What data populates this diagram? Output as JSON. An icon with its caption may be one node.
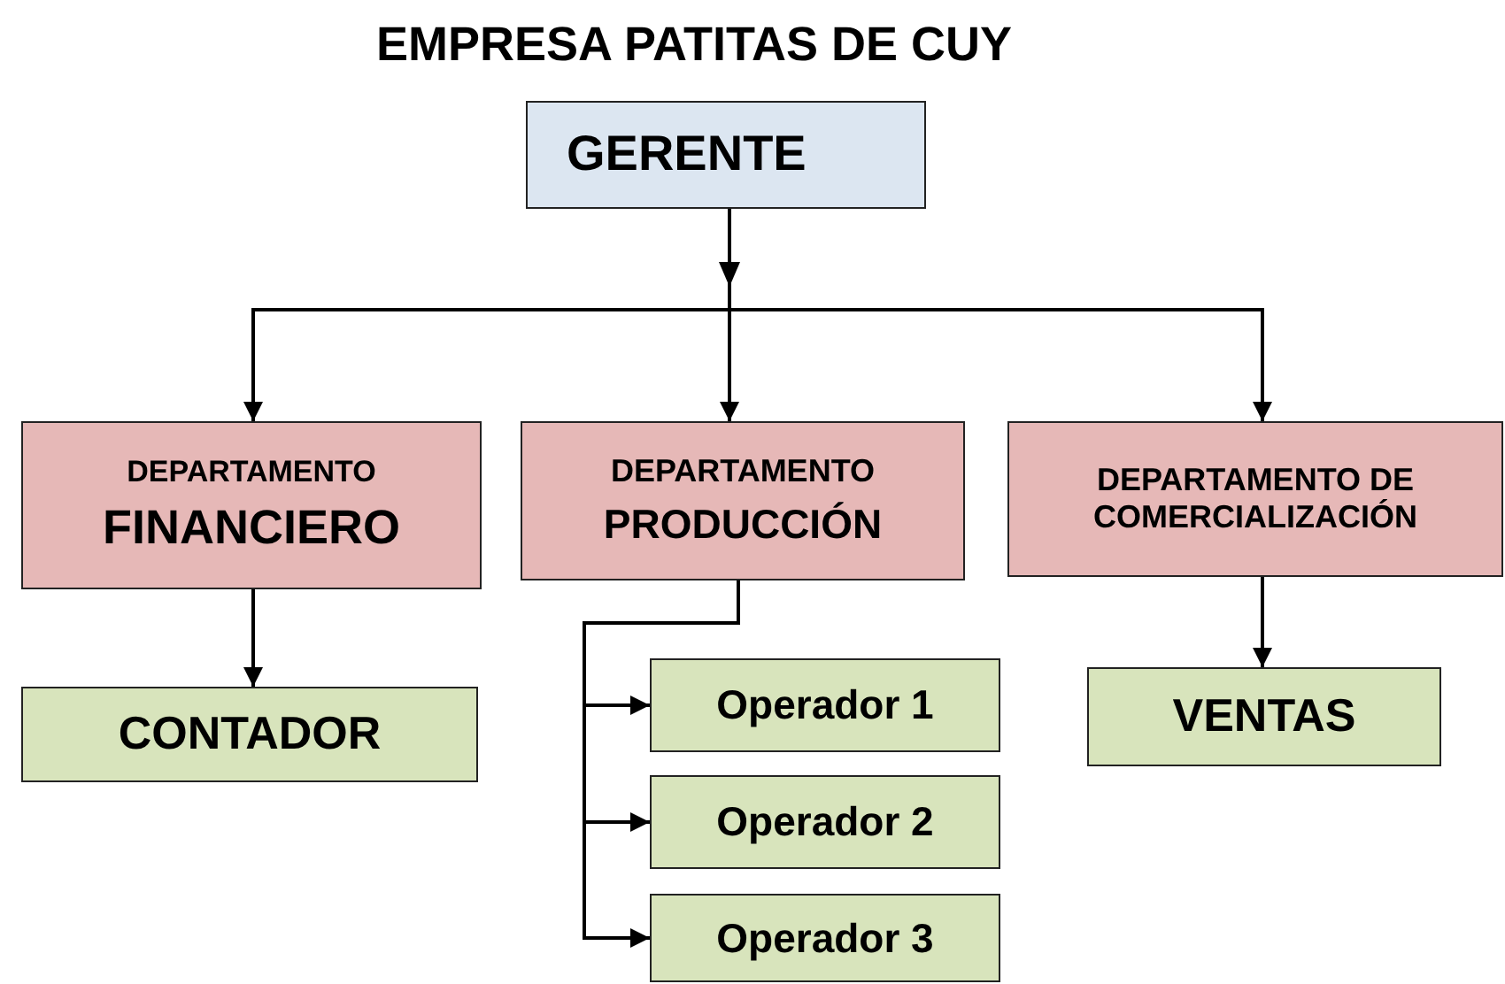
{
  "diagram": {
    "title": "EMPRESA PATITAS DE CUY",
    "nodes": [
      {
        "text": [
          "GERENTE"
        ]
      },
      {
        "text": [
          "DEPARTAMENTO",
          "FINANCIERO"
        ]
      },
      {
        "text": [
          "DEPARTAMENTO",
          "PRODUCCIÓN"
        ]
      },
      {
        "text": [
          "DEPARTAMENTO DE COMERCIALIZACIÓN"
        ]
      },
      {
        "text": [
          "CONTADOR"
        ]
      },
      {
        "text": [
          "Operador 1"
        ]
      },
      {
        "text": [
          "Operador 2"
        ]
      },
      {
        "text": [
          "Operador 3"
        ]
      },
      {
        "text": [
          "VENTAS"
        ]
      }
    ],
    "edges": [
      {
        "from": 0,
        "to": 1,
        "arrow": "to"
      },
      {
        "from": 0,
        "to": 2,
        "arrow": "to"
      },
      {
        "from": 0,
        "to": 3,
        "arrow": "to"
      },
      {
        "from": 1,
        "to": 4,
        "arrow": "to"
      },
      {
        "from": 2,
        "to": 5,
        "arrow": "to"
      },
      {
        "from": 2,
        "to": 6,
        "arrow": "to"
      },
      {
        "from": 2,
        "to": 7,
        "arrow": "to"
      },
      {
        "from": 3,
        "to": 8,
        "arrow": "to"
      }
    ]
  }
}
